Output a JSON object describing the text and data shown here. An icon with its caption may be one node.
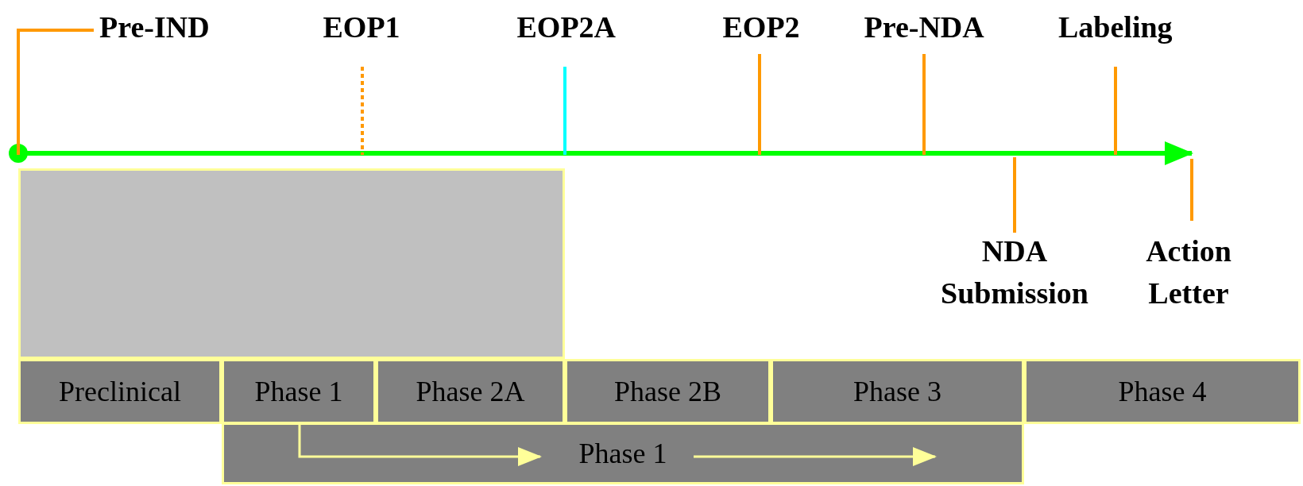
{
  "diagram": {
    "nodes": [
      {
        "text": [],
        "shape": "box"
      },
      {
        "text": [
          "Preclinical"
        ]
      },
      {
        "text": [
          "Phase 1"
        ]
      },
      {
        "text": [
          "Phase 2A"
        ]
      },
      {
        "text": [
          "Phase 2B"
        ]
      },
      {
        "text": [
          "Phase 3"
        ]
      },
      {
        "text": [
          "Phase 4"
        ]
      },
      {
        "text": [
          "Phase 1"
        ]
      }
    ],
    "edges": [
      {
        "from": 2,
        "to": 7,
        "arrow": "to"
      }
    ],
    "labels": [
      "Pre-IND",
      "EOP1",
      "EOP2A",
      "EOP2",
      "Pre-NDA",
      "Labeling",
      "NDA Submission",
      "Action Letter"
    ]
  }
}
